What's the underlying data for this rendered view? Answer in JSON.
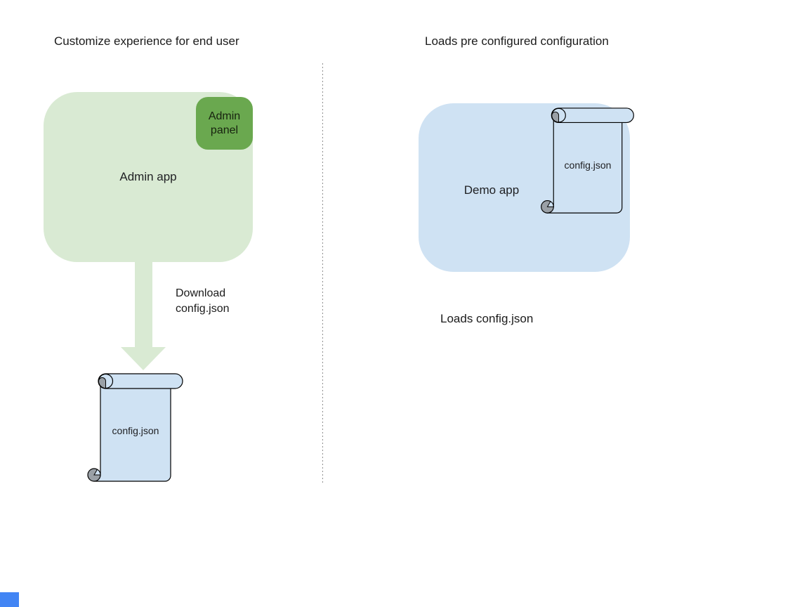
{
  "colors": {
    "app_box_green": "#d9ead3",
    "panel_green": "#6aa84f",
    "app_box_blue": "#cfe2f3",
    "scroll_fill": "#cfe2f3",
    "scroll_curl_gray": "#9aa0a6",
    "outline": "#000000",
    "divider_gray": "#8f8f8f",
    "text": "#202124",
    "corner_marker_blue": "#4285f4"
  },
  "left_panel": {
    "title": "Customize experience for end user",
    "admin_app_label": "Admin app",
    "admin_panel_label": "Admin panel",
    "download_caption": "Download\nconfig.json",
    "config_scroll_label": "config.json"
  },
  "right_panel": {
    "title": "Loads pre configured configuration",
    "demo_app_label": "Demo app",
    "config_scroll_label": "config.json",
    "loads_caption": "Loads config.json"
  }
}
